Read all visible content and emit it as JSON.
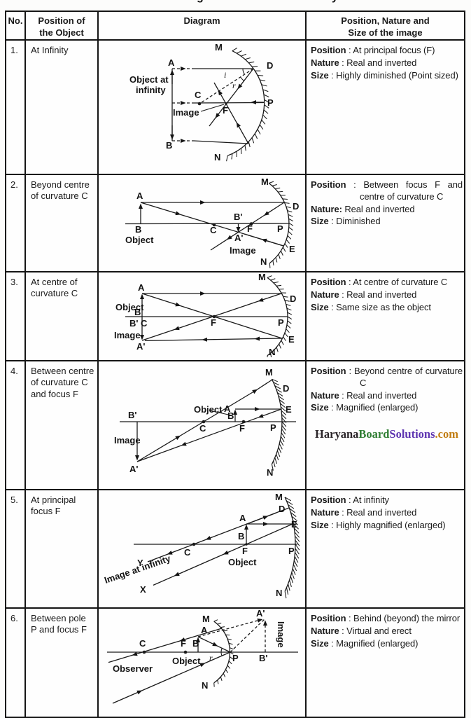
{
  "page": {
    "fragments": [
      "g",
      "y"
    ]
  },
  "header": {
    "col_no": "No.",
    "col_position": "Position of\nthe Object",
    "col_diagram": "Diagram",
    "col_result": "Position, Nature and\nSize of the image"
  },
  "watermark": {
    "parts": [
      {
        "text": "Haryana",
        "color": "#2a2428"
      },
      {
        "text": "Board",
        "color": "#2e7d32"
      },
      {
        "text": "Solutions",
        "color": "#5e35b1"
      },
      {
        "text": ".com",
        "color": "#c17d11"
      }
    ]
  },
  "rows": [
    {
      "no": "1.",
      "position": "At Infinity",
      "result": [
        {
          "b": "Position",
          "t": " : At principal focus (F)"
        },
        {
          "b": "Nature",
          "t": " : Real and inverted"
        },
        {
          "b": "Size",
          "t": " : Highly diminished (Point sized)"
        }
      ],
      "diagram": {
        "M": "M",
        "A": "A",
        "D": "D",
        "i": "i",
        "r": "r",
        "C": "C",
        "P": "P",
        "F": "F",
        "B": "B",
        "N": "N",
        "image": "Image",
        "obj1": "Object at",
        "obj2": "infinity"
      }
    },
    {
      "no": "2.",
      "position": "Beyond centre of curvature C",
      "result": [
        {
          "b": "Position",
          "t": " : Between focus F and centre of curvature C"
        },
        {
          "b": "Nature:",
          "t": " Real and inverted"
        },
        {
          "b": "Size",
          "t": " :  Diminished"
        }
      ],
      "diagram": {
        "M": "M",
        "A": "A",
        "D": "D",
        "B": "B",
        "object": "Object",
        "C": "C",
        "Bp": "B'",
        "Ap": "A'",
        "F": "F",
        "P": "P",
        "image": "Image",
        "E": "E",
        "N": "N"
      }
    },
    {
      "no": "3.",
      "position": "At centre of curvature C",
      "result": [
        {
          "b": "Position",
          "t": " : At centre of curvature C"
        },
        {
          "b": "Nature",
          "t": " : Real and inverted"
        },
        {
          "b": "Size",
          "t": " : Same size as the object"
        }
      ],
      "diagram": {
        "M": "M",
        "A": "A",
        "D": "D",
        "object": "Object",
        "B": "B",
        "Bp": "B'",
        "C": "C",
        "F": "F",
        "P": "P",
        "image": "Image",
        "Ap": "A'",
        "E": "E",
        "N": "N"
      }
    },
    {
      "no": "4.",
      "position": "Between centre of curvature C and focus F",
      "result": [
        {
          "b": "Position",
          "t": " : Beyond centre of curvature C"
        },
        {
          "b": "Nature",
          "t": " : Real and inverted"
        },
        {
          "b": "Size",
          "t": " : Magnified (enlarged)"
        }
      ],
      "diagram": {
        "M": "M",
        "D": "D",
        "object": "Object",
        "A": "A",
        "E": "E",
        "Bp": "B'",
        "B": "B",
        "C": "C",
        "F": "F",
        "P": "P",
        "image": "Image",
        "Ap": "A'",
        "N": "N"
      }
    },
    {
      "no": "5.",
      "position": "At principal focus F",
      "result": [
        {
          "b": "Position",
          "t": " : At infinity"
        },
        {
          "b": "Nature",
          "t": " : Real and inverted"
        },
        {
          "b": "Size",
          "t": " : Highly magnified (enlarged)"
        }
      ],
      "diagram": {
        "M": "M",
        "D": "D",
        "A": "A",
        "E": "E",
        "B": "B",
        "F": "F",
        "P": "P",
        "C": "C",
        "Y": "Y",
        "X": "X",
        "object": "Object",
        "image_inf": "Image at infinity",
        "N": "N"
      }
    },
    {
      "no": "6.",
      "position": "Between pole P and focus F",
      "result": [
        {
          "b": "Position",
          "t": " : Behind (beyond) the mirror"
        },
        {
          "b": "Nature",
          "t": " : Virtual and erect"
        },
        {
          "b": "Size",
          "t": " : Magnified (enlarged)"
        }
      ],
      "diagram": {
        "M": "M",
        "Ap": "A'",
        "image": "Image",
        "A": "A",
        "C": "C",
        "F": "F",
        "B": "B",
        "object": "Object",
        "r": "r",
        "P": "P",
        "Bp": "B'",
        "observer": "Observer",
        "N": "N"
      }
    }
  ]
}
